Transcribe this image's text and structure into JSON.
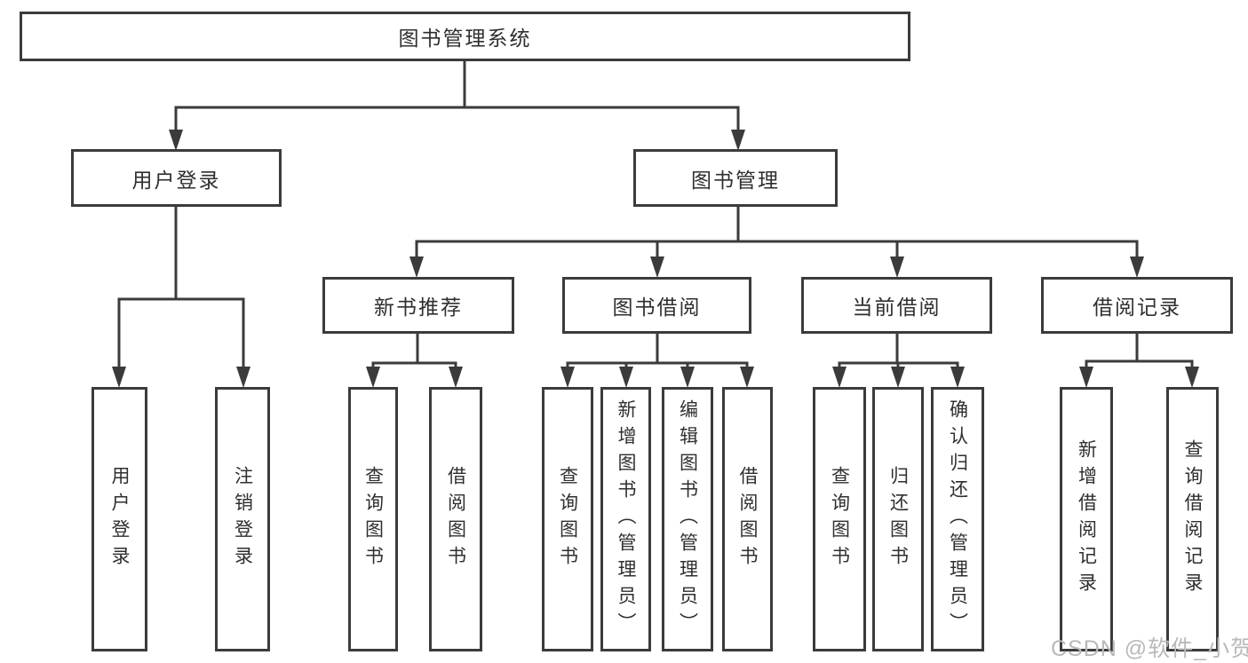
{
  "diagram": {
    "type": "hierarchy-tree",
    "tree": {
      "label": "图书管理系统",
      "children": [
        {
          "label": "用户登录",
          "children": [
            {
              "label": "用户登录"
            },
            {
              "label": "注销登录"
            }
          ]
        },
        {
          "label": "图书管理",
          "children": [
            {
              "label": "新书推荐",
              "children": [
                {
                  "label": "查询图书"
                },
                {
                  "label": "借阅图书"
                }
              ]
            },
            {
              "label": "图书借阅",
              "children": [
                {
                  "label": "查询图书"
                },
                {
                  "label": "新增图书（管理员）"
                },
                {
                  "label": "编辑图书（管理员）"
                },
                {
                  "label": "借阅图书"
                }
              ]
            },
            {
              "label": "当前借阅",
              "children": [
                {
                  "label": "查询图书"
                },
                {
                  "label": "归还图书"
                },
                {
                  "label": "确认归还（管理员）"
                }
              ]
            },
            {
              "label": "借阅记录",
              "children": [
                {
                  "label": "新增借阅记录"
                },
                {
                  "label": "查询借阅记录"
                }
              ]
            }
          ]
        }
      ]
    },
    "colors": {
      "line": "#3b3b3b",
      "text": "#2f2f2f",
      "box_background": "#ffffff",
      "watermark": "#b9b9b9"
    },
    "watermark": "CSDN @软件_小贺同学"
  }
}
